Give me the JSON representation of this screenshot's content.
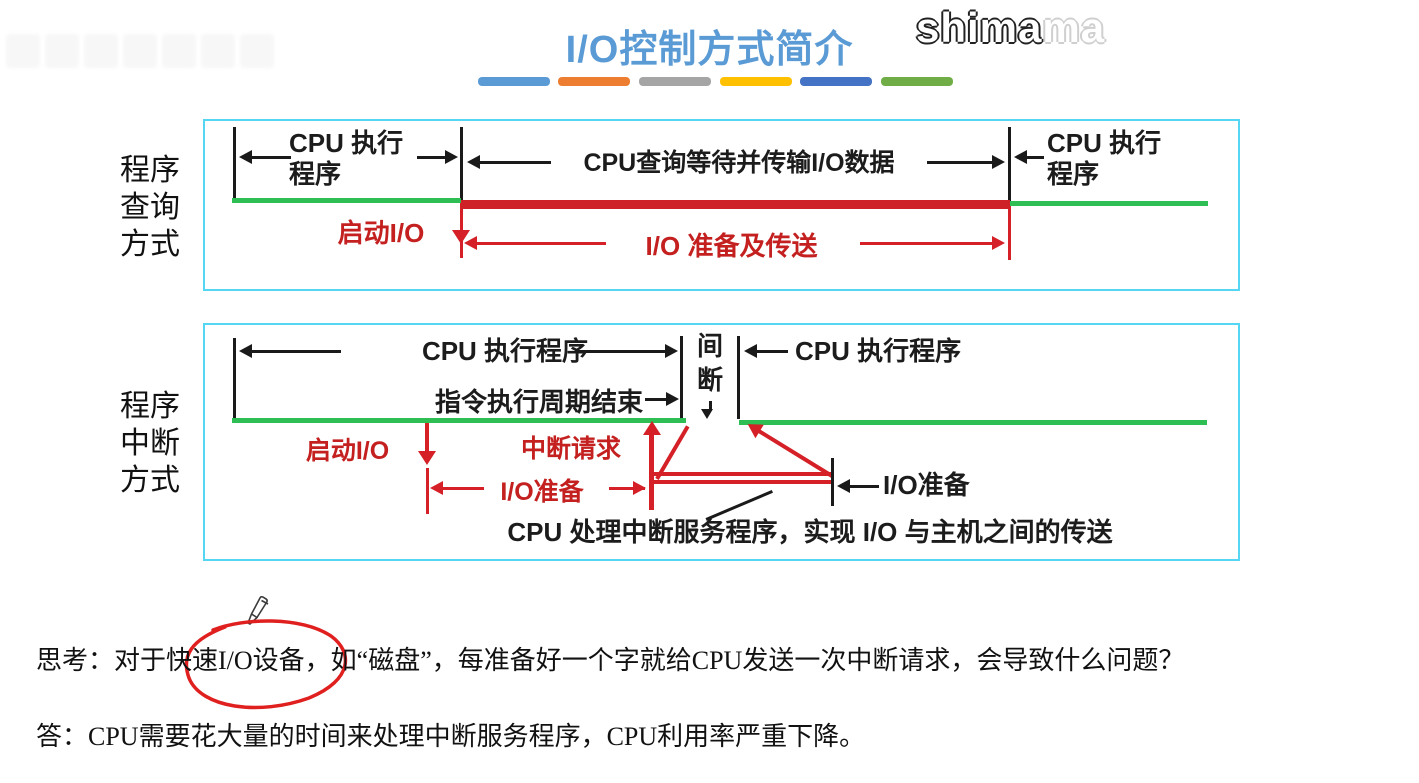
{
  "header": {
    "title": "I/O控制方式简介",
    "watermark_dark": "shima",
    "watermark_light": "ma",
    "underline_dash_colors": [
      "#5B9BD5",
      "#ED7D31",
      "#A5A5A5",
      "#FFC000",
      "#4472C4",
      "#70AD47"
    ]
  },
  "palette": {
    "title_blue": "#5B9BD5",
    "box_border_cyan": "#55D6F2",
    "timeline_green": "#2EBE54",
    "io_red": "#CE2127",
    "red_label": "#C3201F"
  },
  "diagram_polling": {
    "side_label": "程序查询方式",
    "cpu_exec_left_line1": "CPU 执行",
    "cpu_exec_left_line2": "程序",
    "cpu_query_label": "CPU查询等待并传输I/O数据",
    "cpu_exec_right_line1": "CPU 执行",
    "cpu_exec_right_line2": "程序",
    "start_io_label": "启动I/O",
    "io_prepare_transfer_label": "I/O 准备及传送"
  },
  "diagram_interrupt": {
    "side_label": "程序中断方式",
    "cpu_exec_left_label": "CPU 执行程序",
    "gap_label": "间断",
    "cpu_exec_right_label": "CPU 执行程序",
    "instruction_cycle_end_label": "指令执行周期结束",
    "start_io_label": "启动I/O",
    "interrupt_request_label": "中断请求",
    "io_prepare_device_label": "I/O准备",
    "io_prepare_right_label": "I/O准备",
    "bottom_note": "CPU 处理中断服务程序，实现 I/O 与主机之间的传送"
  },
  "qa": {
    "question": "思考：对于快速I/O设备，如“磁盘”，每准备好一个字就给CPU发送一次中断请求，会导致什么问题？",
    "answer": "答：CPU需要花大量的时间来处理中断服务程序，CPU利用率严重下降。"
  }
}
